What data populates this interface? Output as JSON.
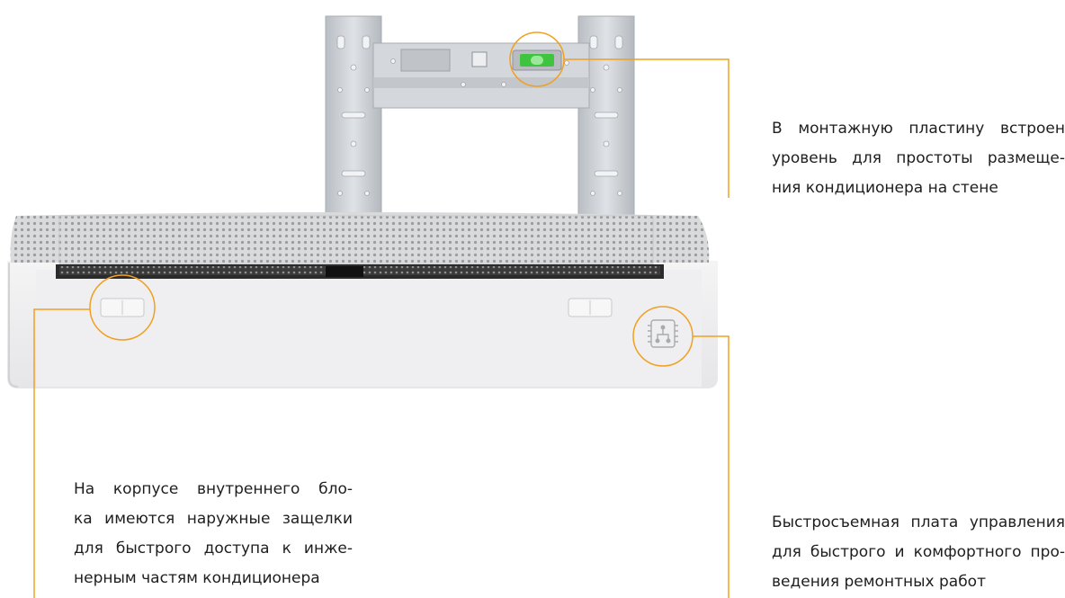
{
  "callouts": {
    "level": {
      "lines": [
        "В монтажную пластину встроен",
        "уровень для простоты размеще-",
        "ния кондиционера на стене"
      ]
    },
    "latches": {
      "lines": [
        "На корпусе внутреннего бло-",
        "ка имеются наружные защелки",
        "для быстрого доступа к инже-",
        "нерным частям кондиционера"
      ]
    },
    "board": {
      "lines": [
        "Быстросъемная плата управления",
        "для быстрого и комфортного про-",
        "ведения ремонтных работ"
      ]
    }
  },
  "colors": {
    "accent": "#f0a020",
    "level_bubble": "#3ec43e",
    "bracket_metal": "#c9cdd2",
    "unit_body": "#eeeeef",
    "grille_dark": "#2b2b2b"
  },
  "icons": {
    "board": "circuit-board-icon",
    "level": "spirit-level-icon",
    "latch": "latch-icon"
  }
}
